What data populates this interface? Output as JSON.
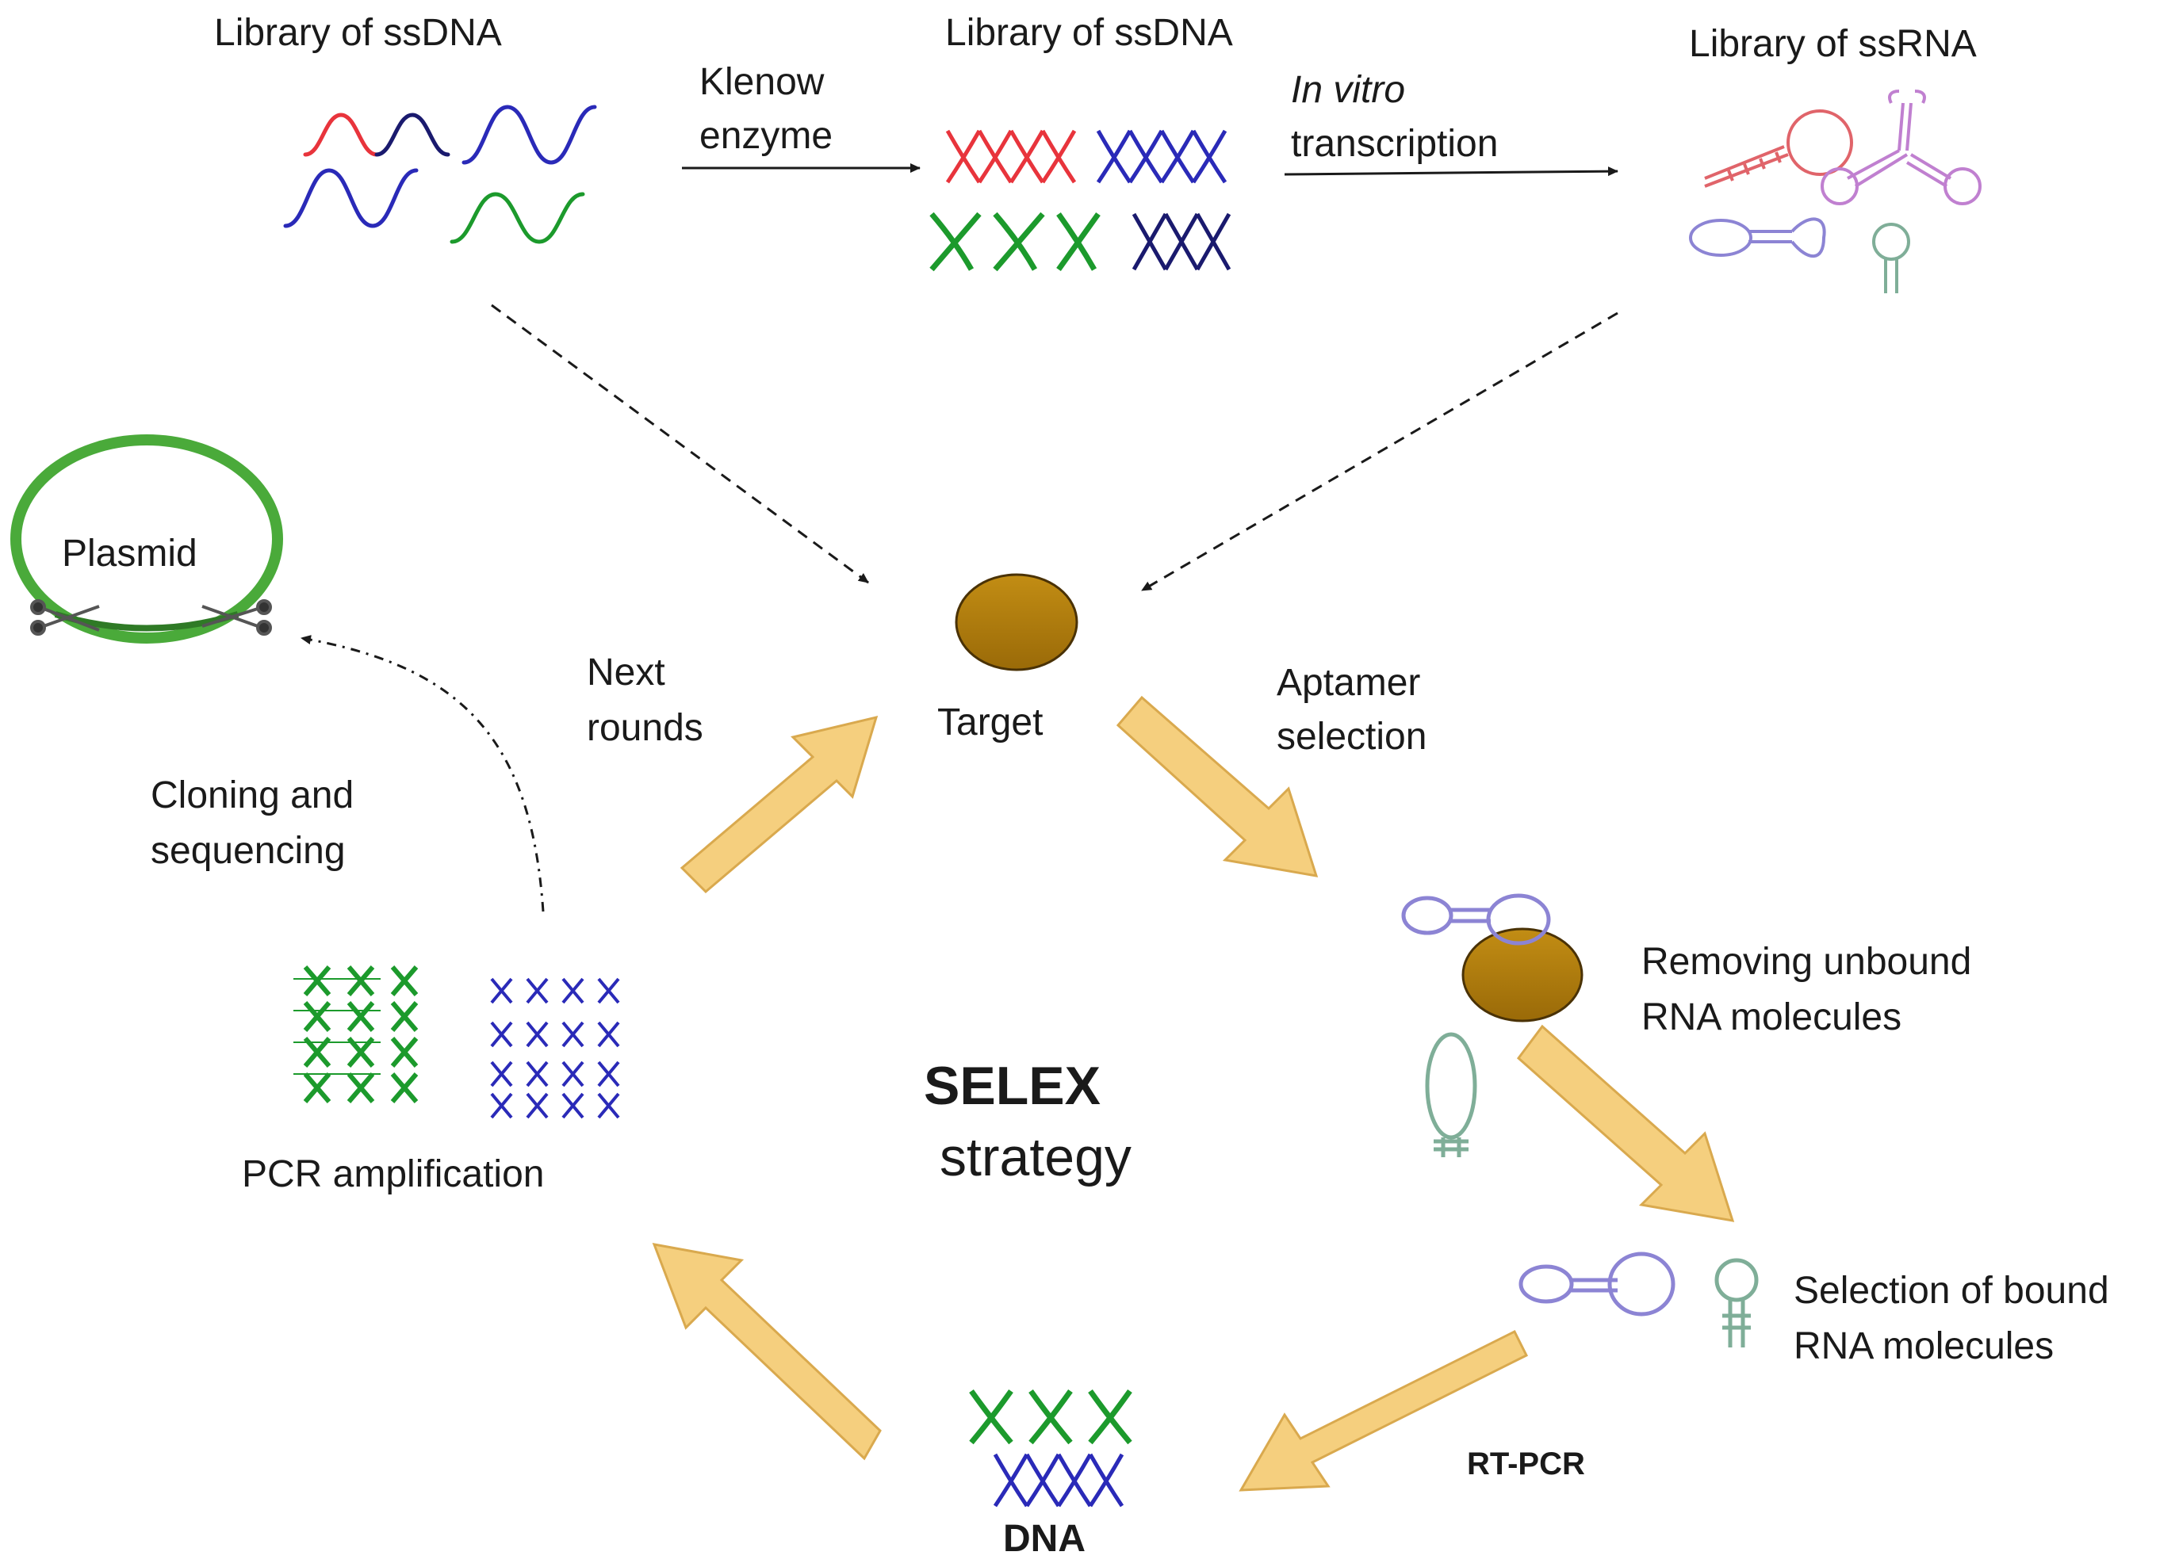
{
  "diagram": {
    "libraries": {
      "ssdna_1": "Library of ssDNA",
      "ssdna_2": "Library of ssDNA",
      "ssrna": "Library of ssRNA"
    },
    "steps": {
      "klenow_line1": "Klenow",
      "klenow_line2": "enzyme",
      "ivt_line1": "In vitro",
      "ivt_line2": "transcription",
      "target": "Target",
      "aptamer_line1": "Aptamer",
      "aptamer_line2": "selection",
      "removing_line1": "Removing  unbound",
      "removing_line2": "RNA  molecules",
      "selection_line1": "Selection of bound",
      "selection_line2": "RNA molecules",
      "rt_pcr": "RT-PCR",
      "dna": "DNA",
      "pcr": "PCR amplification",
      "cloning_line1": "Cloning  and",
      "cloning_line2": "sequencing",
      "plasmid": "Plasmid",
      "next_line1": "Next",
      "next_line2": "rounds"
    },
    "center": {
      "title": "SELEX",
      "subtitle": "strategy"
    },
    "colors": {
      "target": "#b07c0c",
      "arrow_fill": "#f5cf7e",
      "plasmid": "#4aaa3a",
      "red": "#e8343c",
      "blue": "#2a2ab8",
      "green": "#1c9a2c",
      "navy": "#1a1a6e",
      "rna_red": "#e0646a",
      "rna_purple": "#c080d0",
      "rna_violet": "#8c84d4",
      "rna_green": "#7fae98"
    }
  }
}
